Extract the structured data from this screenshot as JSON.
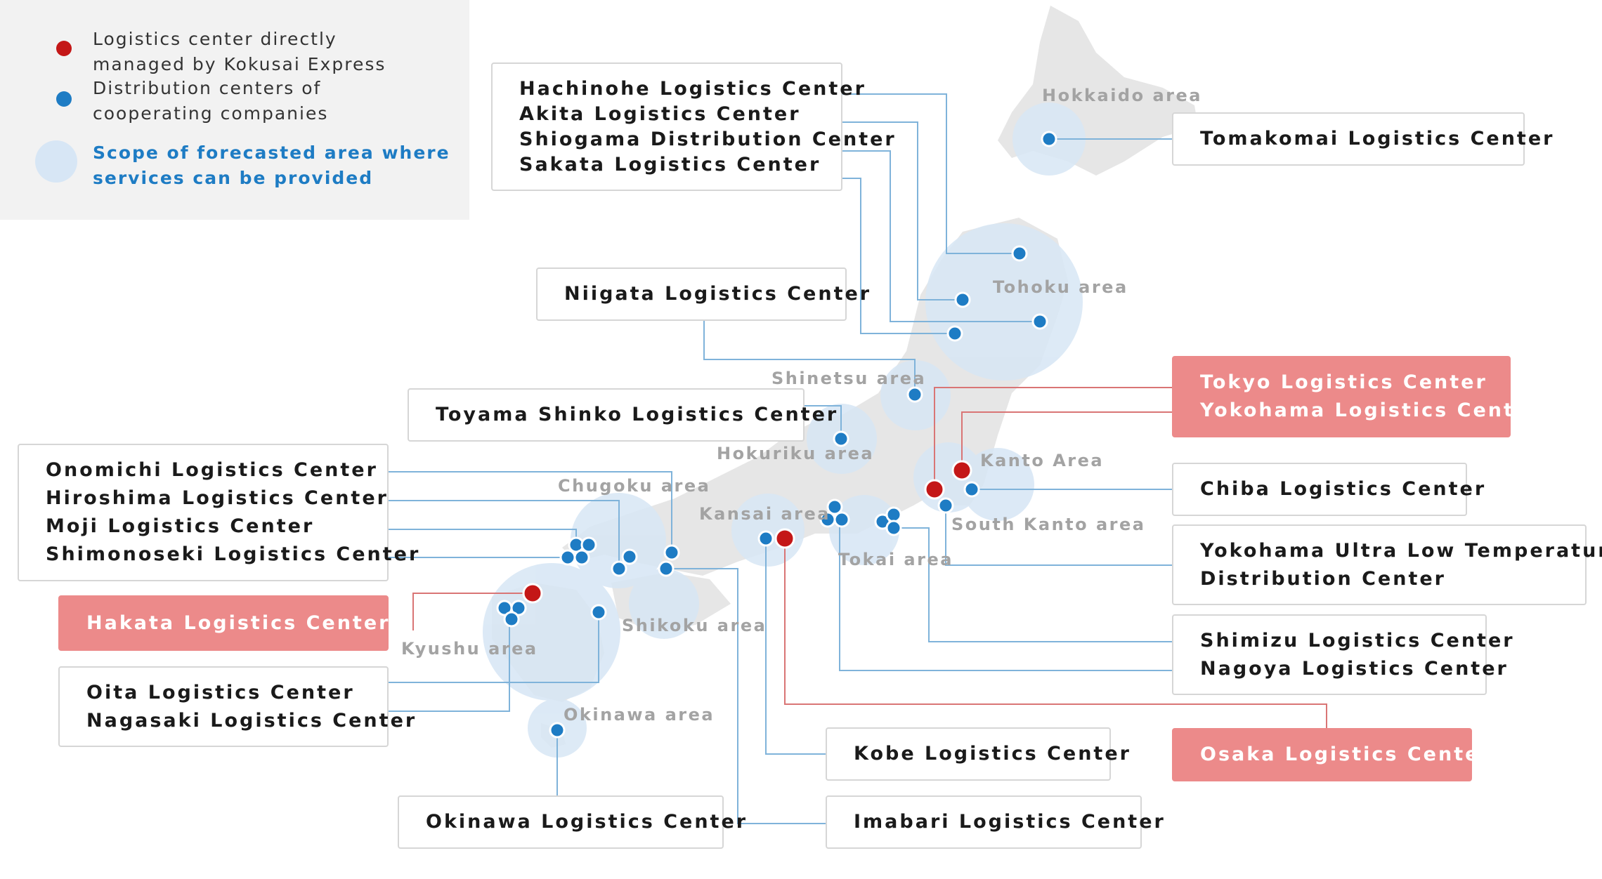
{
  "colors": {
    "managed": "#c41717",
    "cooperating": "#1e7cc4",
    "scope": "#d7e6f5",
    "highlight_box": "#ec8a8a",
    "land": "#e6e6e6"
  },
  "legend": {
    "managed": "Logistics center directly managed by Kokusai Express",
    "cooperating": "Distribution centers of cooperating companies",
    "scope": "Scope of forecasted area where services can be provided"
  },
  "areas": {
    "hokkaido": "Hokkaido area",
    "tohoku": "Tohoku area",
    "shinetsu": "Shinetsu area",
    "hokuriku": "Hokuriku area",
    "kanto": "Kanto Area",
    "south_kanto": "South Kanto area",
    "chugoku": "Chugoku area",
    "kansai": "Kansai area",
    "tokai": "Tokai area",
    "shikoku": "Shikoku area",
    "kyushu": "Kyushu area",
    "okinawa": "Okinawa area"
  },
  "centers": {
    "tohoku_group": [
      "Hachinohe Logistics Center",
      "Akita Logistics Center",
      "Shiogama Distribution Center",
      "Sakata Logistics Center"
    ],
    "niigata": "Niigata Logistics Center",
    "toyama": "Toyama Shinko Logistics Center",
    "chugoku_group": [
      "Onomichi Logistics Center",
      "Hiroshima Logistics Center",
      "Moji Logistics Center",
      "Shimonoseki Logistics Center"
    ],
    "hakata": "Hakata Logistics Center",
    "kyushu_group": [
      "Oita Logistics Center",
      "Nagasaki Logistics Center"
    ],
    "okinawa": "Okinawa Logistics Center",
    "kobe": "Kobe Logistics Center",
    "imabari": "Imabari Logistics Center",
    "tomakomai": "Tomakomai Logistics Center",
    "tokyo_yokohama": [
      "Tokyo Logistics Center",
      "Yokohama Logistics Center"
    ],
    "chiba": "Chiba Logistics Center",
    "yokohama_ult": [
      "Yokohama Ultra Low Temperature",
      "Distribution Center"
    ],
    "shimizu_nagoya": [
      "Shimizu Logistics Center",
      "Nagoya Logistics Center"
    ],
    "osaka": "Osaka Logistics Center"
  }
}
